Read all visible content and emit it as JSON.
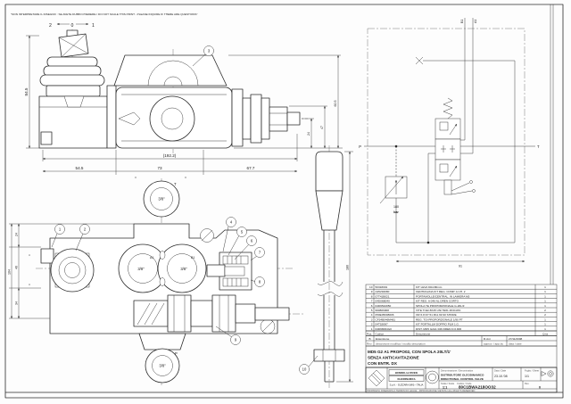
{
  "sheet": {
    "top_note": "\"NON INTERPRETARE IL DISEGNO : SE AVETE DUBBI CHIEDERE / DO NOT SCALE THIS PRINT - PLEASE INQUIRE IF THERE ARE QUESTIONS\"",
    "spool_left": "2",
    "spool_center": "0",
    "spool_right": "1"
  },
  "side_view": {
    "dim_height": "84.5",
    "dim_overall": "(192.2)",
    "dim_seg1": "54.5",
    "dim_seg2": "73",
    "dim_seg3": "67.7",
    "dim_r1": "24",
    "dim_r2": "47",
    "dim_r3": "60.5",
    "eq": "="
  },
  "front_view": {
    "dim_overall": "104",
    "dim_top": "24",
    "dim_mid": "46",
    "dim_bot": "34",
    "eq": "=",
    "port_top": "3/8\"",
    "label_t": "T",
    "port_a": "3/8\"",
    "label_a1": "A1",
    "port_b": "3/8\"",
    "label_b1": "B1",
    "port_bottom": "3/8\"",
    "label_p": "P"
  },
  "lever": {
    "dim_length": "180"
  },
  "schematic": {
    "label_p": "P",
    "label_t": "T",
    "label_b1": "B1",
    "label_a1": "A1",
    "relief_value": "180",
    "relief_unit": "bar",
    "dim_width": "91"
  },
  "balloons": [
    "1",
    "2",
    "3",
    "4",
    "5",
    "6",
    "7",
    "8",
    "9",
    "10"
  ],
  "parts_list": {
    "headers": {
      "pos": "Pos.",
      "code": "Codice",
      "desc": "Descrizione",
      "qty": "Q.tà"
    },
    "rows": [
      {
        "pos": "10",
        "code": "50318001",
        "desc": "KIT LEVA 90x180mm",
        "qty": "1"
      },
      {
        "pos": "9",
        "code": "A45292080",
        "desc": "CENTRALINA KIT REG. COMP. A CH. 2",
        "qty": "1"
      },
      {
        "pos": "8",
        "code": "07T41B021",
        "desc": "PORTAMOLLE/CENTRAL. IN LAMIERA M3",
        "qty": "1"
      },
      {
        "pos": "7",
        "code": "04D06B040",
        "desc": "KIT REG. A 046 NL DREN CORTO",
        "qty": "1"
      },
      {
        "pos": "6",
        "code": "04D9542050",
        "desc": "SPOLA TE PROPORZIONALE G-20L/1'",
        "qty": "1"
      },
      {
        "pos": "5",
        "code": "990806008",
        "desc": "VITE TCEI 8X45 UNI 5931 ZINCATA",
        "qty": "2"
      },
      {
        "pos": "4",
        "code": "050E05008006",
        "desc": "OR 6.8 D7.51 R11.69 90 SHORE",
        "qty": "2"
      },
      {
        "pos": "3",
        "code": "CF34B046M481",
        "desc": "REG. TOI PROPORZIONALE 1/90 PT",
        "qty": "1"
      },
      {
        "pos": "2",
        "code": "04T1B067",
        "desc": "KIT PORTALLM DOPPIO PLM 1.G.",
        "qty": "1"
      },
      {
        "pos": "1",
        "code": "04D98064G0",
        "desc": "DIST. MD5 G2A1 046 DREN D.0.906",
        "qty": "1"
      }
    ],
    "revision": {
      "rev": "B",
      "desc": "Estensione",
      "by": "R.Ani",
      "date": "27/11/2008"
    },
    "revision_headers": {
      "rev": "Rev.",
      "desc": "descrizione modifica / modify description",
      "by": "approv. / app.by",
      "date": "data / date"
    }
  },
  "notes": {
    "line1": "MD5 G2 A1 PROPO02, CON SPOLA 20LT/1'",
    "line2": "SENZA ANTICAVITAZIONE",
    "line3": "CON ENTR. DX"
  },
  "title_block": {
    "company_line1": "BONDIOLI & PAVESI",
    "company_line2": "OLEODINAMICA",
    "company_line3": "S.p.A. - SUZZARA (MN) - ITALIA",
    "denom_label": "Denominazione / Denomination",
    "denom_value1": "DISTRIBUTORE OLEODINAMICO",
    "denom_value2": "DIRECTIONAL CONTROL VALVE",
    "date_label": "Data / Date",
    "date_value": "23.10.'08",
    "sheet_label": "Foglio / Sheet",
    "sheet_value": "1/1",
    "scale_label": "Scala / Scale",
    "scale_value": "1:1",
    "code_label": "Codice / Code",
    "code_value": "80C1BWA218OO32",
    "rev_label": "Rev.",
    "rev_value": "0",
    "footer": "PROPRIETA' RISERVATA A TERMINI DI LEGGE - RIPRODUZIONE VIETATA / ALL RIGHTS RESERVED"
  }
}
